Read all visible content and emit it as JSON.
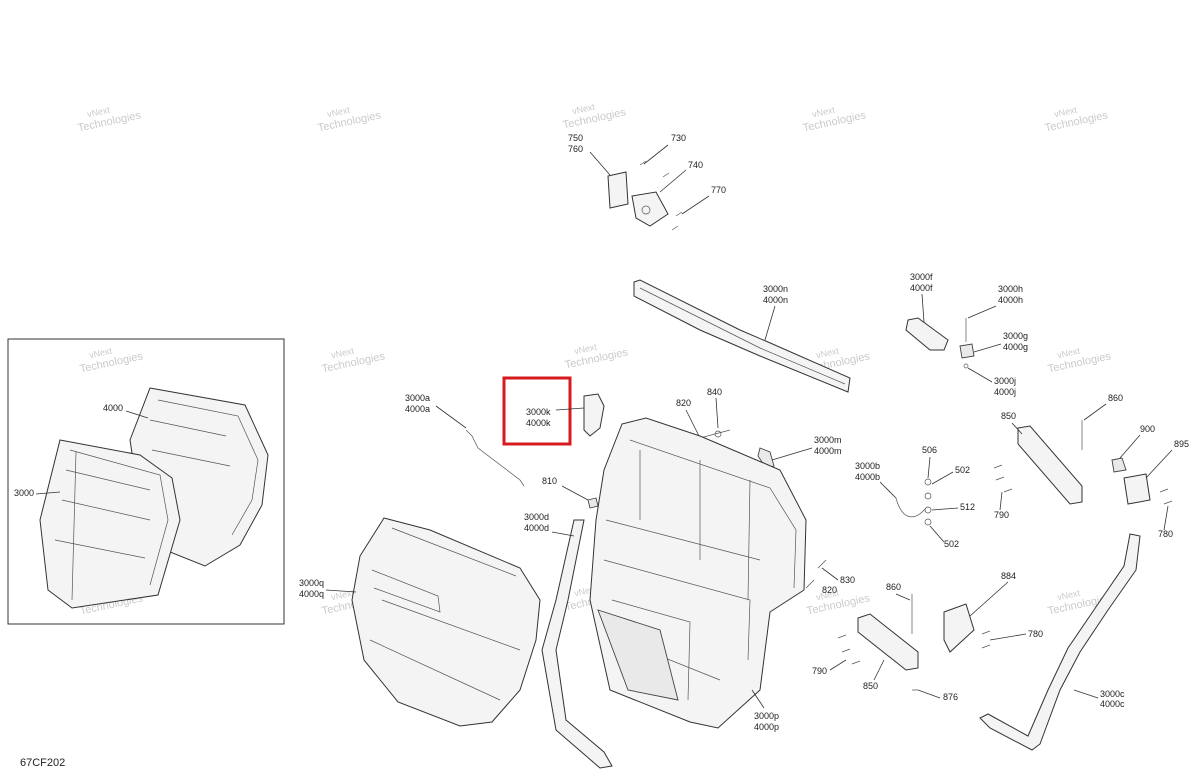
{
  "diagram_code": "67CF202",
  "watermark": [
    "vNext",
    "Technologies"
  ],
  "highlight": {
    "lines": [
      "3000k",
      "4000k"
    ],
    "color": "#d71920"
  },
  "labels": {
    "l750": "750",
    "l760": "760",
    "l730": "730",
    "l740": "740",
    "l770": "770",
    "l3000n": "3000n",
    "l4000n": "4000n",
    "l3000f": "3000f",
    "l4000f": "4000f",
    "l3000h": "3000h",
    "l4000h": "4000h",
    "l3000g": "3000g",
    "l4000g": "4000g",
    "l3000j": "3000j",
    "l4000j": "4000j",
    "l860a": "860",
    "l850a": "850",
    "l900": "900",
    "l895": "895",
    "l790a": "790",
    "l780a": "780",
    "l3000a": "3000a",
    "l4000a": "4000a",
    "l820": "820",
    "l840": "840",
    "l3000m": "3000m",
    "l4000m": "4000m",
    "l3000b": "3000b",
    "l4000b": "4000b",
    "l506": "506",
    "l502a": "502",
    "l512": "512",
    "l502b": "502",
    "l810": "810",
    "l3000d": "3000d",
    "l4000d": "4000d",
    "l3000q": "3000q",
    "l4000q": "4000q",
    "l830": "830",
    "l820b": "820",
    "l860b": "860",
    "l884": "884",
    "l780b": "780",
    "l790b": "790",
    "l850b": "850",
    "l876": "876",
    "l3000p": "3000p",
    "l4000p": "4000p",
    "l3000c": "3000c",
    "l4000c": "4000c",
    "l4000inset": "4000",
    "l3000inset": "3000"
  }
}
